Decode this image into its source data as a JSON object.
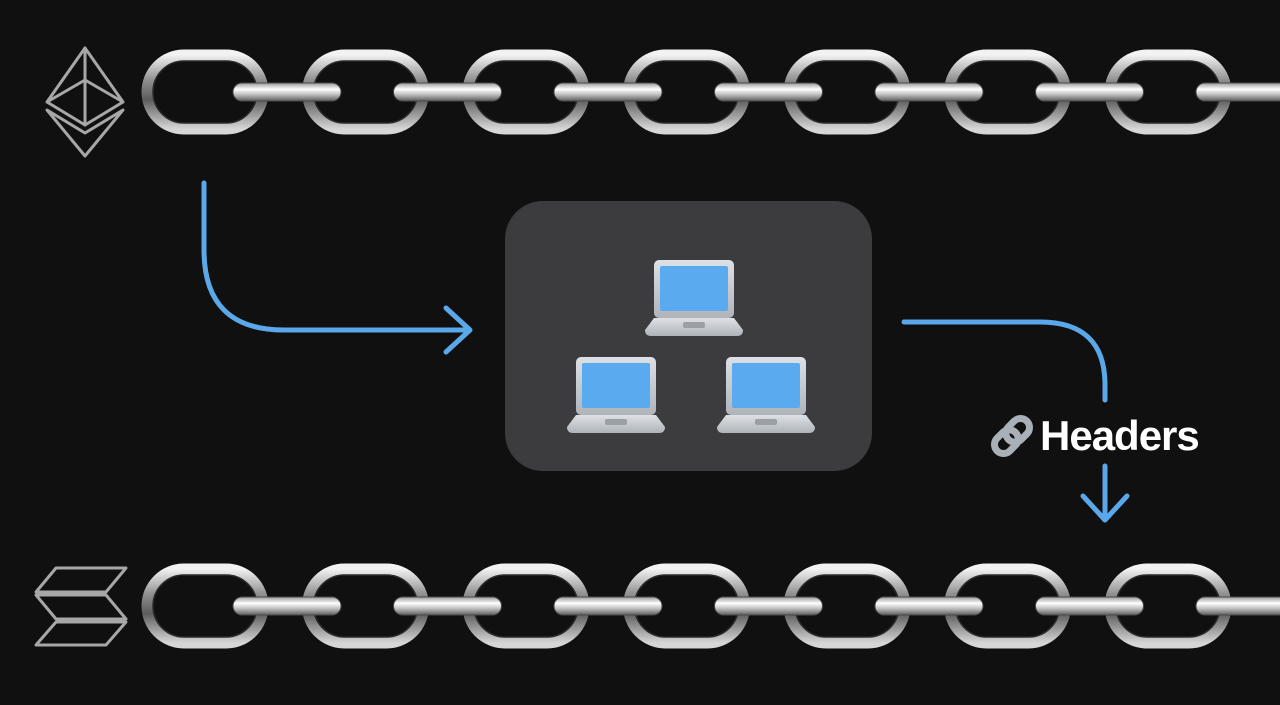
{
  "diagram": {
    "headers_label": "Headers"
  },
  "chains": [
    {
      "name": "source-chain",
      "logo": "ethereum-logo-icon",
      "links": 7
    },
    {
      "name": "destination-chain",
      "logo": "solana-logo-icon",
      "links": 7
    }
  ],
  "relay_network": {
    "nodes": [
      "laptop-icon",
      "laptop-icon",
      "laptop-icon"
    ]
  },
  "colors": {
    "background": "#101010",
    "arrow": "#5aa8ea",
    "panel": "#3c3b3d",
    "screen": "#5aaaf0",
    "laptop_body": "#c9ced4",
    "chain_metal": "#cfcfcf",
    "text": "#ffffff"
  }
}
